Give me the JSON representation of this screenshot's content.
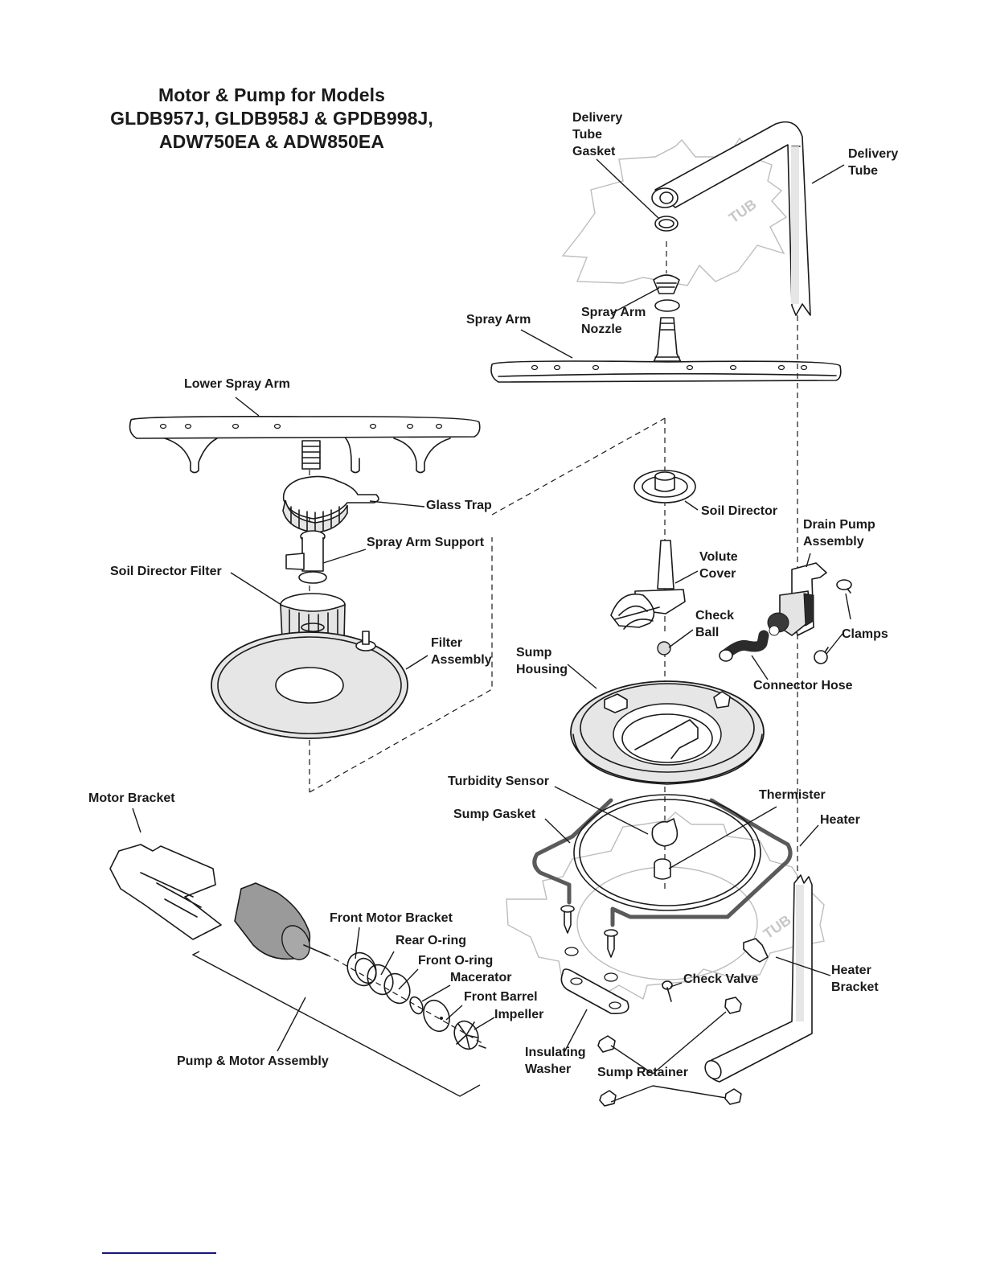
{
  "title": {
    "lines": [
      "Motor & Pump for Models",
      "GLDB957J, GLDB958J & GPDB998J,",
      "ADW750EA & ADW850EA"
    ]
  },
  "watermarks": {
    "tub_upper": "TUB",
    "tub_lower": "TUB"
  },
  "parts": {
    "delivery_tube_gasket": [
      "Delivery",
      "Tube",
      "Gasket"
    ],
    "delivery_tube": [
      "Delivery",
      "Tube"
    ],
    "spray_arm": [
      "Spray Arm"
    ],
    "spray_arm_nozzle": [
      "Spray Arm",
      "Nozzle"
    ],
    "lower_spray_arm": [
      "Lower Spray Arm"
    ],
    "glass_trap": [
      "Glass Trap"
    ],
    "spray_arm_support": [
      "Spray Arm Support"
    ],
    "soil_director_filter": [
      "Soil Director Filter"
    ],
    "filter_assembly": [
      "Filter",
      "Assembly"
    ],
    "soil_director": [
      "Soil Director"
    ],
    "drain_pump_assembly": [
      "Drain Pump",
      "Assembly"
    ],
    "volute_cover": [
      "Volute",
      "Cover"
    ],
    "check_ball": [
      "Check",
      "Ball"
    ],
    "clamps": [
      "Clamps"
    ],
    "sump_housing": [
      "Sump",
      "Housing"
    ],
    "connector_hose": [
      "Connector Hose"
    ],
    "turbidity_sensor": [
      "Turbidity Sensor"
    ],
    "thermister": [
      "Thermister"
    ],
    "motor_bracket": [
      "Motor Bracket"
    ],
    "sump_gasket": [
      "Sump Gasket"
    ],
    "heater": [
      "Heater"
    ],
    "front_motor_bracket": [
      "Front Motor Bracket"
    ],
    "rear_o_ring": [
      "Rear O-ring"
    ],
    "front_o_ring": [
      "Front O-ring"
    ],
    "macerator": [
      "Macerator"
    ],
    "front_barrel": [
      "Front Barrel"
    ],
    "impeller": [
      "Impeller"
    ],
    "check_valve": [
      "Check Valve"
    ],
    "heater_bracket": [
      "Heater",
      "Bracket"
    ],
    "insulating_washer": [
      "Insulating",
      "Washer"
    ],
    "pump_motor_assembly": [
      "Pump & Motor Assembly"
    ],
    "sump_retainer": [
      "Sump Retainer"
    ]
  }
}
